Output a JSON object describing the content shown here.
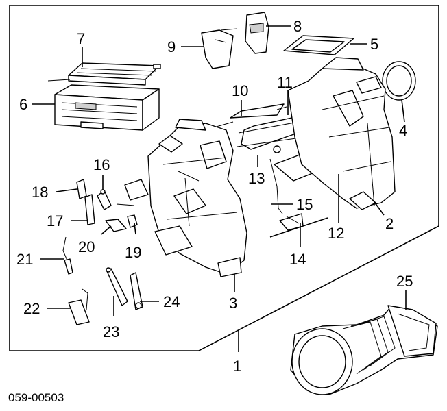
{
  "diagram_code": "059-00503",
  "callouts": {
    "c1": "1",
    "c2": "2",
    "c3": "3",
    "c4": "4",
    "c5": "5",
    "c6": "6",
    "c7": "7",
    "c8": "8",
    "c9": "9",
    "c10": "10",
    "c11": "11",
    "c12": "12",
    "c13": "13",
    "c14": "14",
    "c15": "15",
    "c16": "16",
    "c17": "17",
    "c18": "18",
    "c19": "19",
    "c20": "20",
    "c21": "21",
    "c22": "22",
    "c23": "23",
    "c24": "24",
    "c25": "25"
  }
}
